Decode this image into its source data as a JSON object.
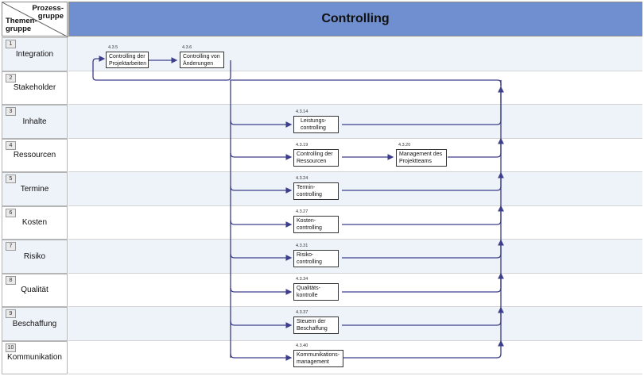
{
  "header": {
    "process_group": "Prozess-\ngruppe",
    "knowledge_group": "Themen-\ngruppe",
    "title": "Controlling"
  },
  "rows": [
    {
      "num": "1",
      "label": "Integration"
    },
    {
      "num": "2",
      "label": "Stakeholder"
    },
    {
      "num": "3",
      "label": "Inhalte"
    },
    {
      "num": "4",
      "label": "Ressourcen"
    },
    {
      "num": "5",
      "label": "Termine"
    },
    {
      "num": "6",
      "label": "Kosten"
    },
    {
      "num": "7",
      "label": "Risiko"
    },
    {
      "num": "8",
      "label": "Qualität"
    },
    {
      "num": "9",
      "label": "Beschaffung"
    },
    {
      "num": "10",
      "label": "Kommunikation"
    }
  ],
  "processes": {
    "p435": {
      "id": "4.3.5",
      "label": "Controlling der Projektarbeiten"
    },
    "p436": {
      "id": "4.3.6",
      "label": "Controlling von Änderungen"
    },
    "p4314": {
      "id": "4.3.14",
      "label": "Leistungs-\ncontrolling"
    },
    "p4319": {
      "id": "4.3.19",
      "label": "Controlling der Ressourcen"
    },
    "p4320": {
      "id": "4.3.20",
      "label": "Management des Projektteams"
    },
    "p4324": {
      "id": "4.3.24",
      "label": "Termin-\ncontrolling"
    },
    "p4327": {
      "id": "4.3.27",
      "label": "Kosten-\ncontrolling"
    },
    "p4331": {
      "id": "4.3.31",
      "label": "Risiko-\ncontrolling"
    },
    "p4334": {
      "id": "4.3.34",
      "label": "Qualitäts-\nkontrolle"
    },
    "p4337": {
      "id": "4.3.37",
      "label": "Steuern der Beschaffung"
    },
    "p4340": {
      "id": "4.3.40",
      "label": "Kommunikations-\nmanagement"
    }
  },
  "colors": {
    "header_bar": "#6f8fd0",
    "row_shade": "#eef3fa",
    "connector": "#3d3e8a"
  }
}
